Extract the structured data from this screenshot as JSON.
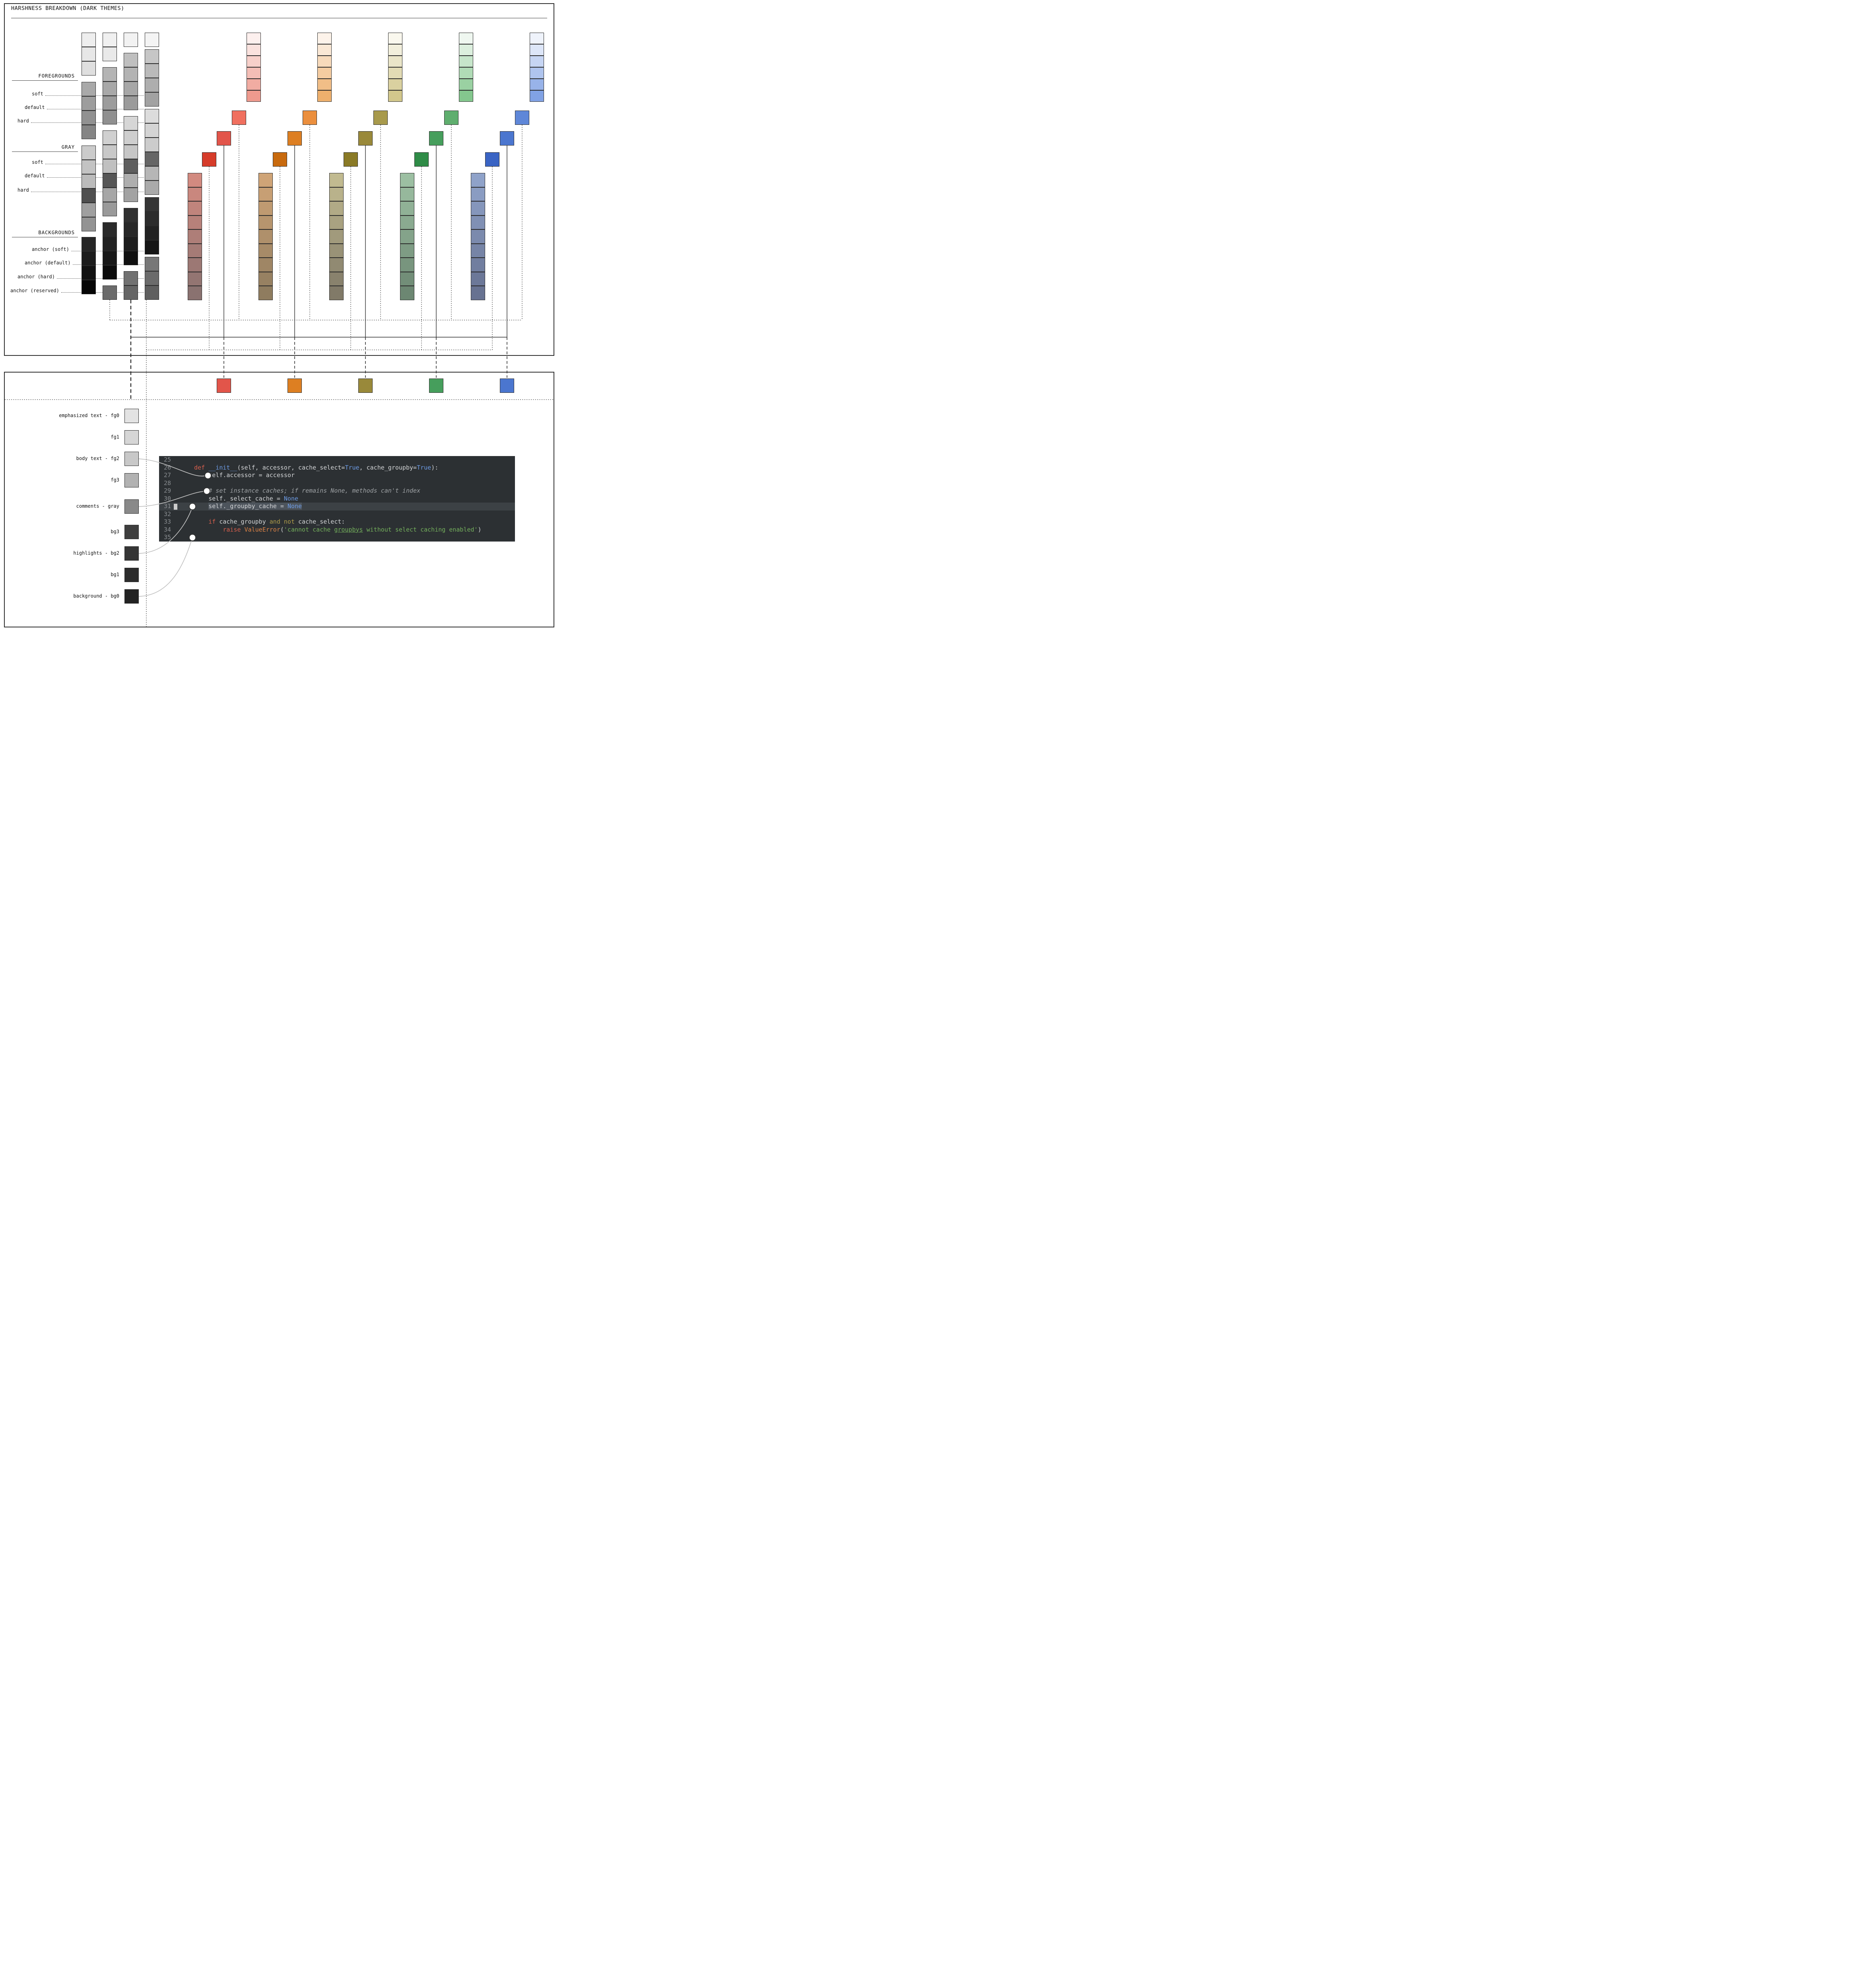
{
  "title": "HARSHNESS BREAKDOWN (DARK THEMES)",
  "sections": [
    {
      "heading": "FOREGROUNDS",
      "items": [
        "soft",
        "default",
        "hard"
      ]
    },
    {
      "heading": "GRAY",
      "items": [
        "soft",
        "default",
        "hard"
      ]
    },
    {
      "heading": "BACKGROUNDS",
      "items": [
        "anchor (soft)",
        "anchor (default)",
        "anchor (hard)",
        "anchor (reserved)"
      ]
    }
  ],
  "gray_columns": [
    {
      "segments": [
        [
          "#eeeeee",
          "#e7e7e7",
          "#dfdfdf"
        ],
        [
          "#a9a9a9",
          "#9d9d9d",
          "#919191",
          "#858585"
        ],
        [
          "#cbcbcb",
          "#c3c3c3",
          "#bbbbbb",
          "#4f4f4f",
          "#9f9f9f",
          "#939393"
        ],
        [
          "#262626",
          "#1c1c1c",
          "#121212",
          "#060606"
        ]
      ]
    },
    {
      "segments": [
        [
          "#f0f0f0",
          "#e9e9e9"
        ],
        [
          "#b4b4b4",
          "#a8a8a8",
          "#9c9c9c",
          "#909090"
        ],
        [
          "#d0d0d0",
          "#c8c8c8",
          "#c0c0c0",
          "#565656",
          "#a6a6a6",
          "#9a9a9a"
        ],
        [
          "#2b2b2b",
          "#222222",
          "#181818",
          "#0c0c0c"
        ],
        [
          "#6b6b6b"
        ]
      ]
    },
    {
      "segments": [
        [
          "#f2f2f2"
        ],
        [
          "#bfbfbf",
          "#b3b3b3",
          "#a7a7a7",
          "#9b9b9b"
        ],
        [
          "#d6d6d6",
          "#cecece",
          "#c6c6c6",
          "#5e5e5e",
          "#aeaeae",
          "#a2a2a2"
        ],
        [
          "#303030",
          "#272727",
          "#1d1d1d",
          "#111111"
        ],
        [
          "#717171",
          "#656565"
        ]
      ]
    },
    {
      "segments": [
        [
          "#f4f4f4"
        ],
        [
          "#c6c6c6",
          "#bababa",
          "#aeaeae",
          "#a2a2a2"
        ],
        [
          "#dcdcdc",
          "#d4d4d4",
          "#cccccc",
          "#666666",
          "#b6b6b6",
          "#aaaaaa"
        ],
        [
          "#353535",
          "#2c2c2c",
          "#222222",
          "#161616"
        ],
        [
          "#777777",
          "#6b6b6b",
          "#5f5f5f"
        ]
      ]
    }
  ],
  "hues": [
    {
      "name": "red",
      "pale": [
        "#fdf0ee",
        "#fae2de",
        "#f7d0ca",
        "#f4beb6",
        "#f1aca2",
        "#ee9a8e"
      ],
      "accents": {
        "soft": "#f0705f",
        "default": "#e2554a",
        "hard": "#d63c2a"
      },
      "muted": [
        "#d28a80",
        "#c9877e",
        "#c0847c",
        "#b7817a",
        "#ae7e78",
        "#a57b76",
        "#9c7874",
        "#937572",
        "#8a7270"
      ]
    },
    {
      "name": "orange",
      "pale": [
        "#fdf3ea",
        "#fae8d5",
        "#f7dabb",
        "#f4cca1",
        "#f1be87",
        "#eeb06d"
      ],
      "accents": {
        "soft": "#eb8f3e",
        "default": "#dd7f22",
        "hard": "#c86a0e"
      },
      "muted": [
        "#cfa477",
        "#c79f74",
        "#bf9a71",
        "#b7956e",
        "#af906b",
        "#a78b68",
        "#9f8665",
        "#978162",
        "#8f7c5f"
      ]
    },
    {
      "name": "olive",
      "pale": [
        "#faf8ee",
        "#f2efdc",
        "#eae5c8",
        "#e2dbb4",
        "#dad1a0",
        "#d2c78c"
      ],
      "accents": {
        "soft": "#a89a4c",
        "default": "#99893a",
        "hard": "#8a7a26"
      },
      "muted": [
        "#c1ba90",
        "#b9b28b",
        "#b1aa86",
        "#a9a281",
        "#a19a7c",
        "#999277",
        "#918a72",
        "#89826d",
        "#817a68"
      ]
    },
    {
      "name": "green",
      "pale": [
        "#eff7f0",
        "#dcefde",
        "#c6e5ca",
        "#b0dbb6",
        "#9ad1a2",
        "#84c78e"
      ],
      "accents": {
        "soft": "#5fae6e",
        "default": "#469e5c",
        "hard": "#2f8c47"
      },
      "muted": [
        "#9cbfa2",
        "#96b89c",
        "#90b196",
        "#8aaa90",
        "#84a38a",
        "#7e9c84",
        "#78957e",
        "#728e78",
        "#6c8772"
      ]
    },
    {
      "name": "blue",
      "pale": [
        "#eff3fb",
        "#dde6f8",
        "#c6d5f3",
        "#afc4ee",
        "#98b3e9",
        "#81a2e4"
      ],
      "accents": {
        "soft": "#5f87d8",
        "default": "#4b76cf",
        "hard": "#3a64c4"
      },
      "muted": [
        "#8fa2c9",
        "#8a9cc2",
        "#8596bb",
        "#8090b4",
        "#7b8aad",
        "#7684a6",
        "#717e9f",
        "#6c7898",
        "#677291"
      ]
    }
  ],
  "token_swatches": [
    {
      "label": "emphasized text - fg0",
      "color": "#e3e3e3"
    },
    {
      "label": "fg1",
      "color": "#d6d6d6"
    },
    {
      "label": "body text - fg2",
      "color": "#c8c8c8"
    },
    {
      "label": "fg3",
      "color": "#b2b2b2"
    },
    {
      "label": "comments - gray",
      "color": "#898989"
    },
    {
      "label": "bg3",
      "color": "#3e3e3e"
    },
    {
      "label": "highlights - bg2",
      "color": "#353535"
    },
    {
      "label": "bg1",
      "color": "#2c2c2c"
    },
    {
      "label": "background - bg0",
      "color": "#232323"
    }
  ],
  "editor": {
    "colors": {
      "bg": "#2c3033",
      "line_highlight": "#3c4145",
      "selection": "#4d545c",
      "gutter": "#8a8e92",
      "text": "#d4d6d8",
      "kw": "#d85f4d",
      "fn": "#6d9ce6",
      "const": "#6d9ce6",
      "comment": "#9fa3a6",
      "op": "#b09d4a",
      "exc": "#df8447",
      "str": "#74b05c",
      "cursor": "#cccccc"
    },
    "lines": [
      {
        "no": 25,
        "tokens": []
      },
      {
        "no": 26,
        "tokens": [
          {
            "t": "    "
          },
          {
            "t": "def",
            "c": "kw"
          },
          {
            "t": " "
          },
          {
            "t": "__init__",
            "c": "fn"
          },
          {
            "t": "(self, accessor, cache_select="
          },
          {
            "t": "True",
            "c": "const"
          },
          {
            "t": ", cache_groupby="
          },
          {
            "t": "True",
            "c": "const"
          },
          {
            "t": "):"
          }
        ]
      },
      {
        "no": 27,
        "tokens": [
          {
            "t": "        self.accessor = accessor"
          }
        ]
      },
      {
        "no": 28,
        "tokens": []
      },
      {
        "no": 29,
        "tokens": [
          {
            "t": "        "
          },
          {
            "t": "# set instance caches; if remains None, methods can't index",
            "c": "comment"
          }
        ]
      },
      {
        "no": 30,
        "tokens": [
          {
            "t": "        self._select_cache = "
          },
          {
            "t": "None",
            "c": "const"
          }
        ]
      },
      {
        "no": 31,
        "highlight": true,
        "cursor": true,
        "tokens": [
          {
            "t": "        "
          },
          {
            "t": "self._groupby_cache = ",
            "sel": true
          },
          {
            "t": "None",
            "c": "const",
            "sel": true
          }
        ]
      },
      {
        "no": 32,
        "tokens": []
      },
      {
        "no": 33,
        "tokens": [
          {
            "t": "        "
          },
          {
            "t": "if",
            "c": "kw"
          },
          {
            "t": " cache_groupby "
          },
          {
            "t": "and",
            "c": "op"
          },
          {
            "t": " "
          },
          {
            "t": "not",
            "c": "op"
          },
          {
            "t": " cache_select:"
          }
        ]
      },
      {
        "no": 34,
        "tokens": [
          {
            "t": "            "
          },
          {
            "t": "raise",
            "c": "kw"
          },
          {
            "t": " "
          },
          {
            "t": "ValueError",
            "c": "exc"
          },
          {
            "t": "("
          },
          {
            "t": "'cannot cache ",
            "c": "str"
          },
          {
            "t": "groupbys",
            "c": "str",
            "u": true
          },
          {
            "t": " without select caching enabled'",
            "c": "str"
          },
          {
            "t": ")"
          }
        ]
      },
      {
        "no": 35,
        "tokens": []
      }
    ]
  }
}
